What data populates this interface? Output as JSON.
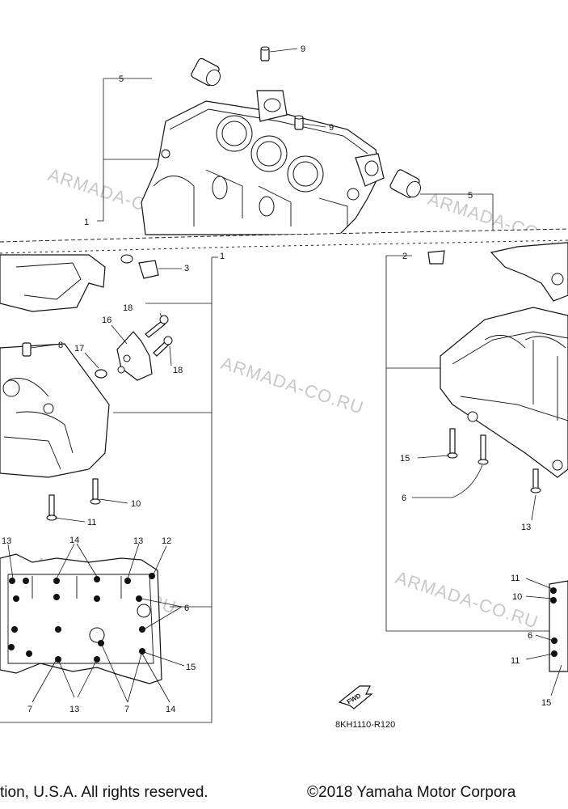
{
  "callouts": {
    "c1": "1",
    "c2": "2",
    "c3": "3",
    "c5a": "5",
    "c5b": "5",
    "c6a": "6",
    "c6b": "6",
    "c6c": "6",
    "c7a": "7",
    "c7b": "7",
    "c8": "8",
    "c9a": "9",
    "c9b": "9",
    "c10a": "10",
    "c10b": "10",
    "c11a": "11",
    "c11b": "11",
    "c11c": "11",
    "c12": "12",
    "c13a": "13",
    "c13b": "13",
    "c13c": "13",
    "c13d": "13",
    "c14a": "14",
    "c14b": "14",
    "c15a": "15",
    "c15b": "15",
    "c15c": "15",
    "c16": "16",
    "c17": "17",
    "c18a": "18",
    "c18b": "18"
  },
  "front_marker": "FWD",
  "diagram_code": "8KH1110-R120",
  "watermark": "ARMADA-CO.RU",
  "copyright_left": "tion, U.S.A. All rights reserved.",
  "copyright_right": "©2018 Yamaha Motor Corpora"
}
